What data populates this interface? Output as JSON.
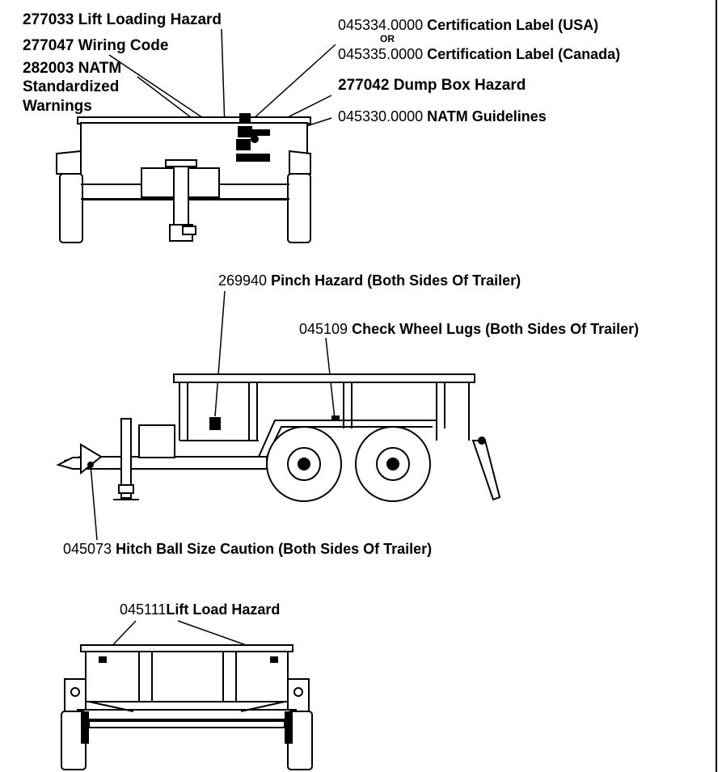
{
  "front_view": {
    "labels": [
      {
        "code": "277033",
        "text": "Lift Loading Hazard"
      },
      {
        "code": "277047",
        "text": "Wiring Code"
      },
      {
        "code": "282003",
        "text": "NATM"
      },
      {
        "code": "",
        "text": "Standardized"
      },
      {
        "code": "",
        "text": "Warnings"
      }
    ],
    "right_labels": [
      {
        "code": "045334.0000",
        "text": "Certification Label (USA)"
      },
      {
        "code": "",
        "text": "OR"
      },
      {
        "code": "045335.0000",
        "text": "Certification Label (Canada)"
      },
      {
        "code": "277042",
        "text": "Dump Box Hazard"
      },
      {
        "code": "045330.0000",
        "text": "NATM Guidelines"
      }
    ]
  },
  "side_view": {
    "labels": [
      {
        "code": "269940",
        "text": "Pinch Hazard (Both Sides Of Trailer)"
      },
      {
        "code": "045109",
        "text": "Check Wheel Lugs (Both Sides Of Trailer)"
      },
      {
        "code": "045073",
        "text": "Hitch Ball Size Caution (Both Sides Of Trailer)"
      }
    ]
  },
  "rear_view": {
    "labels": [
      {
        "code": "045111",
        "text": "Lift Load Hazard"
      }
    ]
  }
}
